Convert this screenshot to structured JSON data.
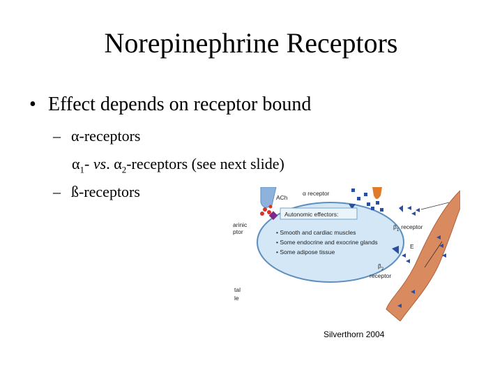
{
  "slide": {
    "title": "Norepinephrine Receptors",
    "bullet_main": "Effect depends on receptor bound",
    "sub_bullet_alpha": "α-receptors",
    "alpha_line": {
      "alpha1_symbol": "α",
      "alpha1_sub": "1",
      "dash": "- ",
      "vs": "vs",
      "vs_dot": ". ",
      "alpha2_symbol": "α",
      "alpha2_sub": "2",
      "rest": "-receptors (see next slide)"
    },
    "sub_bullet_beta": "ß-receptors",
    "bullet_dot": "•",
    "dash_char": "–",
    "credit": "Silverthorn 2004"
  },
  "figure": {
    "label_ach": "ACh",
    "label_alpha_receptor": "α receptor",
    "label_muscarinic_1": "arinic",
    "label_muscarinic_2": "ptor",
    "box_title": "Autonomic effectors:",
    "effectors": [
      "• Smooth and cardiac muscles",
      "• Some endocrine and exocrine glands",
      "• Some adipose tissue"
    ],
    "beta1_symbol": "β",
    "beta1_sub": "1",
    "beta1_text": "receptor",
    "label_e": "E",
    "beta2_symbol": "β",
    "beta2_sub": "2",
    "beta2_text": "receptor",
    "label_tal": "tal",
    "label_le": "le",
    "colors": {
      "ellipse_fill": "#d3e7f6",
      "ellipse_stroke": "#5d8fbf",
      "vessel": "#d98a5f",
      "ligand_blue": "#2a4fa0",
      "ach_red": "#d8332b"
    }
  }
}
